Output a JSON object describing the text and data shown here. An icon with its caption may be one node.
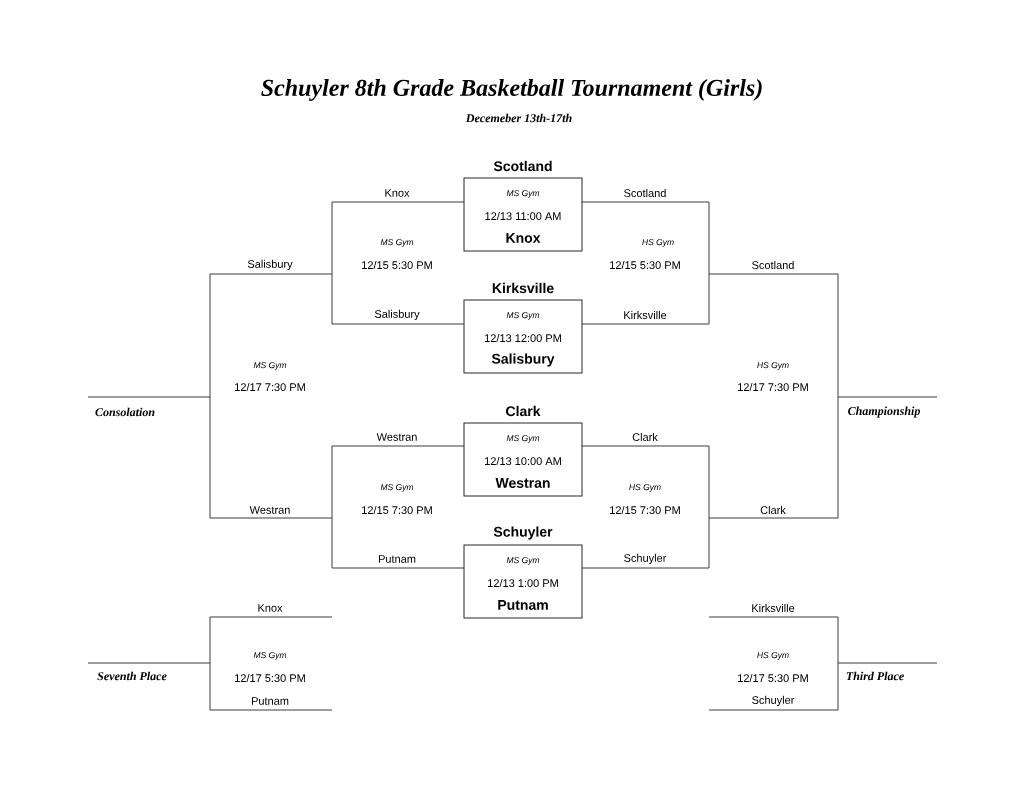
{
  "diagram": {
    "title": "Schuyler 8th Grade Basketball Tournament (Girls)",
    "caption": "Decemeber 13th-17th",
    "nodes": [
      {
        "text": [
          "Scotland",
          "MS Gym",
          "12/13 11:00 AM",
          "Knox"
        ]
      },
      {
        "text": [
          "Kirksville",
          "MS Gym",
          "12/13 12:00 PM",
          "Salisbury"
        ]
      },
      {
        "text": [
          "Clark",
          "MS Gym",
          "12/13 10:00 AM",
          "Westran"
        ]
      },
      {
        "text": [
          "Schuyler",
          "MS Gym",
          "12/13 1:00 PM",
          "Putnam"
        ]
      }
    ],
    "labels": [
      "Knox",
      "Scotland",
      "MS Gym",
      "HS Gym",
      "Salisbury",
      "12/15 5:30 PM",
      "12/15 5:30 PM",
      "Scotland",
      "Salisbury",
      "Kirksville",
      "MS Gym",
      "HS Gym",
      "12/17 7:30 PM",
      "12/17 7:30 PM",
      "Consolation",
      "Championship",
      "Westran",
      "Clark",
      "MS Gym",
      "HS Gym",
      "Westran",
      "12/15 7:30 PM",
      "12/15 7:30 PM",
      "Clark",
      "Putnam",
      "Schuyler",
      "Knox",
      "Kirksville",
      "MS Gym",
      "HS Gym",
      "Seventh Place",
      "12/17 5:30 PM",
      "12/17 5:30 PM",
      "Third Place",
      "Putnam",
      "Schuyler"
    ]
  }
}
